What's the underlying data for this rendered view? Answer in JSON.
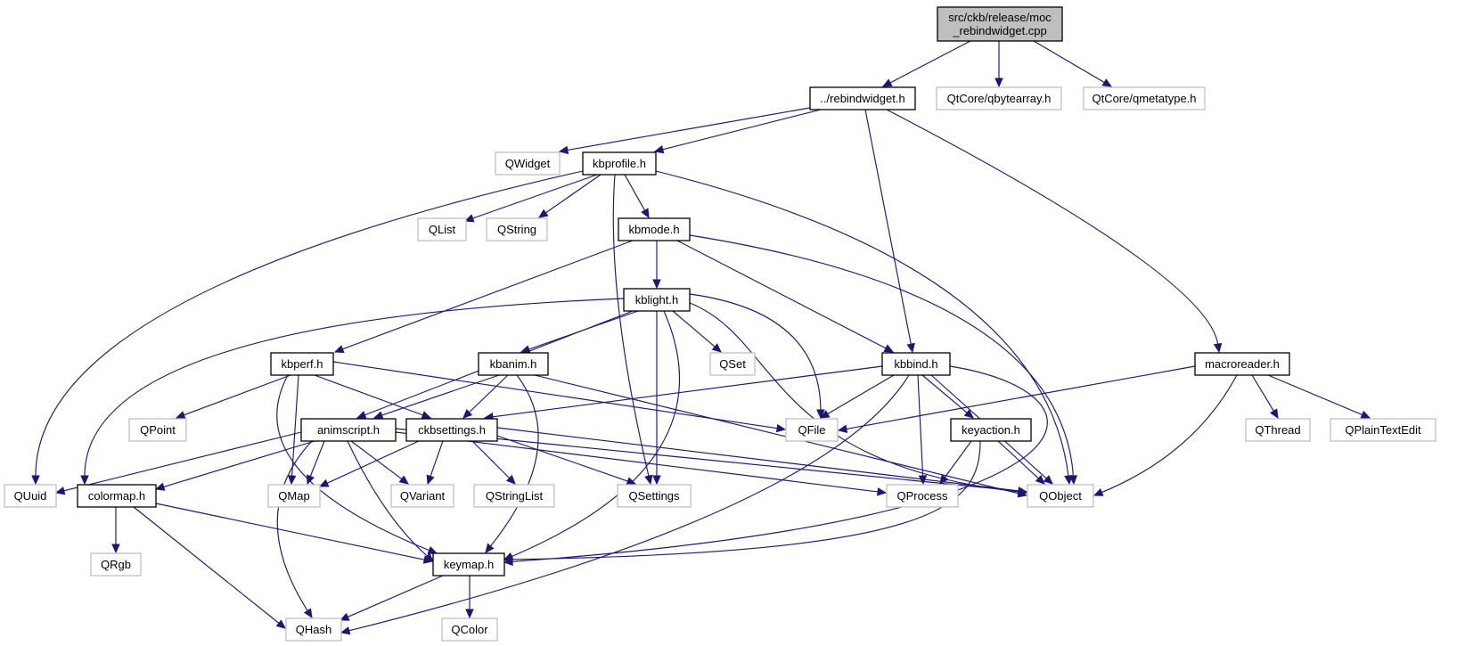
{
  "diagram": {
    "colors": {
      "edge": "#191970",
      "root_fill": "#bfbfbf",
      "root_border": "#000000",
      "project_border": "#000000",
      "external_border": "#bfbfbf",
      "text": "#000000"
    },
    "nodes": [
      {
        "id": "moc",
        "lines": [
          "src/ckb/release/moc",
          "_rebindwidget.cpp"
        ],
        "kind": "root"
      },
      {
        "id": "rebindwidget",
        "lines": [
          "../rebindwidget.h"
        ],
        "kind": "project"
      },
      {
        "id": "qbytearray",
        "lines": [
          "QtCore/qbytearray.h"
        ],
        "kind": "external"
      },
      {
        "id": "qmetatype",
        "lines": [
          "QtCore/qmetatype.h"
        ],
        "kind": "external"
      },
      {
        "id": "qwidget",
        "lines": [
          "QWidget"
        ],
        "kind": "external"
      },
      {
        "id": "kbprofile",
        "lines": [
          "kbprofile.h"
        ],
        "kind": "project"
      },
      {
        "id": "qlist",
        "lines": [
          "QList"
        ],
        "kind": "external"
      },
      {
        "id": "qstring",
        "lines": [
          "QString"
        ],
        "kind": "external"
      },
      {
        "id": "kbmode",
        "lines": [
          "kbmode.h"
        ],
        "kind": "project"
      },
      {
        "id": "kblight",
        "lines": [
          "kblight.h"
        ],
        "kind": "project"
      },
      {
        "id": "kbperf",
        "lines": [
          "kbperf.h"
        ],
        "kind": "project"
      },
      {
        "id": "kbanim",
        "lines": [
          "kbanim.h"
        ],
        "kind": "project"
      },
      {
        "id": "qset",
        "lines": [
          "QSet"
        ],
        "kind": "external"
      },
      {
        "id": "kbbind",
        "lines": [
          "kbbind.h"
        ],
        "kind": "project"
      },
      {
        "id": "macroreader",
        "lines": [
          "macroreader.h"
        ],
        "kind": "project"
      },
      {
        "id": "qpoint",
        "lines": [
          "QPoint"
        ],
        "kind": "external"
      },
      {
        "id": "animscript",
        "lines": [
          "animscript.h"
        ],
        "kind": "project"
      },
      {
        "id": "ckbsettings",
        "lines": [
          "ckbsettings.h"
        ],
        "kind": "project"
      },
      {
        "id": "qfile",
        "lines": [
          "QFile"
        ],
        "kind": "external"
      },
      {
        "id": "keyaction",
        "lines": [
          "keyaction.h"
        ],
        "kind": "project"
      },
      {
        "id": "qthread",
        "lines": [
          "QThread"
        ],
        "kind": "external"
      },
      {
        "id": "qplaintextedit",
        "lines": [
          "QPlainTextEdit"
        ],
        "kind": "external"
      },
      {
        "id": "quuid",
        "lines": [
          "QUuid"
        ],
        "kind": "external"
      },
      {
        "id": "colormap",
        "lines": [
          "colormap.h"
        ],
        "kind": "project"
      },
      {
        "id": "qmap",
        "lines": [
          "QMap"
        ],
        "kind": "external"
      },
      {
        "id": "qvariant",
        "lines": [
          "QVariant"
        ],
        "kind": "external"
      },
      {
        "id": "qstringlist",
        "lines": [
          "QStringList"
        ],
        "kind": "external"
      },
      {
        "id": "qsettings",
        "lines": [
          "QSettings"
        ],
        "kind": "external"
      },
      {
        "id": "qprocess",
        "lines": [
          "QProcess"
        ],
        "kind": "external"
      },
      {
        "id": "qobject",
        "lines": [
          "QObject"
        ],
        "kind": "external"
      },
      {
        "id": "qrgb",
        "lines": [
          "QRgb"
        ],
        "kind": "external"
      },
      {
        "id": "keymap",
        "lines": [
          "keymap.h"
        ],
        "kind": "project"
      },
      {
        "id": "qhash",
        "lines": [
          "QHash"
        ],
        "kind": "external"
      },
      {
        "id": "qcolor",
        "lines": [
          "QColor"
        ],
        "kind": "external"
      }
    ],
    "edges": [
      {
        "from": "moc",
        "to": "rebindwidget"
      },
      {
        "from": "moc",
        "to": "qbytearray"
      },
      {
        "from": "moc",
        "to": "qmetatype"
      },
      {
        "from": "rebindwidget",
        "to": "qwidget"
      },
      {
        "from": "rebindwidget",
        "to": "kbprofile"
      },
      {
        "from": "rebindwidget",
        "to": "kbbind"
      },
      {
        "from": "rebindwidget",
        "to": "macroreader"
      },
      {
        "from": "kbprofile",
        "to": "quuid"
      },
      {
        "from": "kbprofile",
        "to": "qlist"
      },
      {
        "from": "kbprofile",
        "to": "qstring"
      },
      {
        "from": "kbprofile",
        "to": "kbmode"
      },
      {
        "from": "kbprofile",
        "to": "qsettings"
      },
      {
        "from": "kbprofile",
        "to": "qobject"
      },
      {
        "from": "kbmode",
        "to": "kbperf"
      },
      {
        "from": "kbmode",
        "to": "kblight"
      },
      {
        "from": "kbmode",
        "to": "kbbind"
      },
      {
        "from": "kbmode",
        "to": "qobject"
      },
      {
        "from": "kblight",
        "to": "colormap"
      },
      {
        "from": "kblight",
        "to": "animscript"
      },
      {
        "from": "kblight",
        "to": "kbanim"
      },
      {
        "from": "kblight",
        "to": "qsettings"
      },
      {
        "from": "kblight",
        "to": "keymap"
      },
      {
        "from": "kblight",
        "to": "qset"
      },
      {
        "from": "kblight",
        "to": "qfile"
      },
      {
        "from": "kblight",
        "to": "qobject"
      },
      {
        "from": "kbperf",
        "to": "qpoint"
      },
      {
        "from": "kbperf",
        "to": "qmap"
      },
      {
        "from": "kbperf",
        "to": "keymap"
      },
      {
        "from": "kbperf",
        "to": "ckbsettings"
      },
      {
        "from": "kbperf",
        "to": "qfile"
      },
      {
        "from": "kbanim",
        "to": "animscript"
      },
      {
        "from": "kbanim",
        "to": "ckbsettings"
      },
      {
        "from": "kbanim",
        "to": "keymap"
      },
      {
        "from": "kbanim",
        "to": "qobject"
      },
      {
        "from": "kbbind",
        "to": "ckbsettings"
      },
      {
        "from": "kbbind",
        "to": "qfile"
      },
      {
        "from": "kbbind",
        "to": "keyaction"
      },
      {
        "from": "kbbind",
        "to": "qprocess"
      },
      {
        "from": "kbbind",
        "to": "qobject"
      },
      {
        "from": "kbbind",
        "to": "qhash"
      },
      {
        "from": "kbbind",
        "to": "keymap"
      },
      {
        "from": "macroreader",
        "to": "qfile"
      },
      {
        "from": "macroreader",
        "to": "qthread"
      },
      {
        "from": "macroreader",
        "to": "qplaintextedit"
      },
      {
        "from": "macroreader",
        "to": "qobject"
      },
      {
        "from": "animscript",
        "to": "quuid"
      },
      {
        "from": "animscript",
        "to": "colormap"
      },
      {
        "from": "animscript",
        "to": "qmap"
      },
      {
        "from": "animscript",
        "to": "qvariant"
      },
      {
        "from": "animscript",
        "to": "qhash"
      },
      {
        "from": "animscript",
        "to": "keymap"
      },
      {
        "from": "animscript",
        "to": "qprocess"
      },
      {
        "from": "animscript",
        "to": "qobject"
      },
      {
        "from": "ckbsettings",
        "to": "qmap"
      },
      {
        "from": "ckbsettings",
        "to": "qvariant"
      },
      {
        "from": "ckbsettings",
        "to": "qstringlist"
      },
      {
        "from": "ckbsettings",
        "to": "qsettings"
      },
      {
        "from": "ckbsettings",
        "to": "qobject"
      },
      {
        "from": "keyaction",
        "to": "qprocess"
      },
      {
        "from": "keyaction",
        "to": "qobject"
      },
      {
        "from": "keyaction",
        "to": "keymap"
      },
      {
        "from": "colormap",
        "to": "qrgb"
      },
      {
        "from": "colormap",
        "to": "keymap"
      },
      {
        "from": "colormap",
        "to": "qhash"
      },
      {
        "from": "keymap",
        "to": "qhash"
      },
      {
        "from": "keymap",
        "to": "qcolor"
      }
    ]
  }
}
